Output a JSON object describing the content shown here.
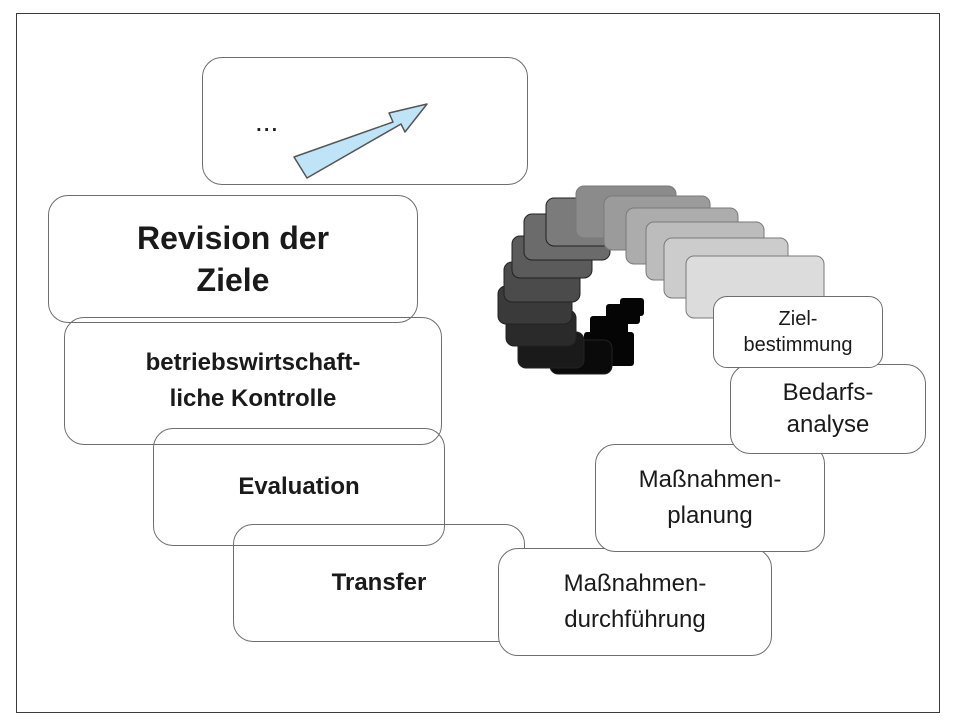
{
  "diagram": {
    "ellipsis_box": {
      "text": "..."
    },
    "steps": [
      {
        "id": "revision",
        "text": "Revision der\nZiele"
      },
      {
        "id": "kontrolle",
        "text": "betriebswirtschaft-\nliche Kontrolle"
      },
      {
        "id": "evaluation",
        "text": "Evaluation"
      },
      {
        "id": "transfer",
        "text": "Transfer"
      },
      {
        "id": "durchfuehrung",
        "text": "Maßnahmen-\ndurchführung"
      },
      {
        "id": "planung",
        "text": "Maßnahmen-\nplanung"
      },
      {
        "id": "bedarf",
        "text": "Bedarfs-\nanalyse"
      },
      {
        "id": "ziel",
        "text": "Ziel-\nbestimmung"
      }
    ],
    "colors": {
      "border": "#6e6e6e",
      "arrow_fill": "#bfe3f7",
      "arrow_stroke": "#555555",
      "spiral_dark": "#000000",
      "spiral_light": "#dcdcdc"
    }
  }
}
